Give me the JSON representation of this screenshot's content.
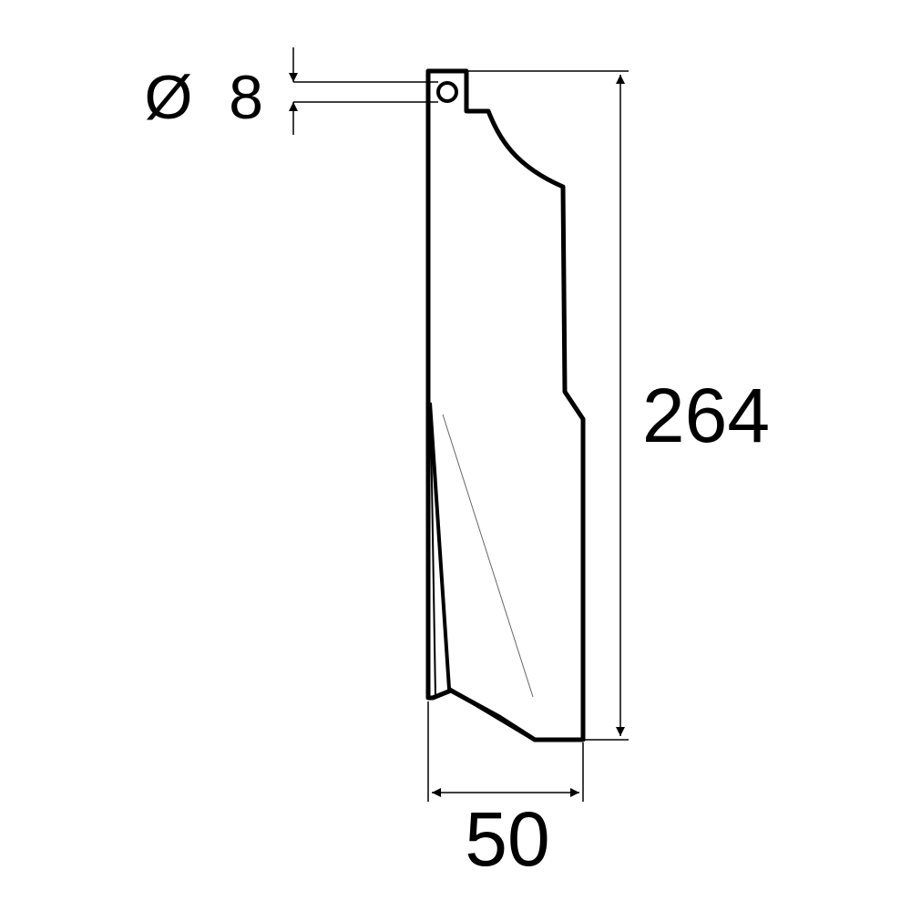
{
  "dimensions": {
    "hole_diameter_symbol": "Ø",
    "hole_diameter_value": "8",
    "height_value": "264",
    "width_value": "50"
  },
  "colors": {
    "line": "#000000",
    "background": "#ffffff"
  }
}
